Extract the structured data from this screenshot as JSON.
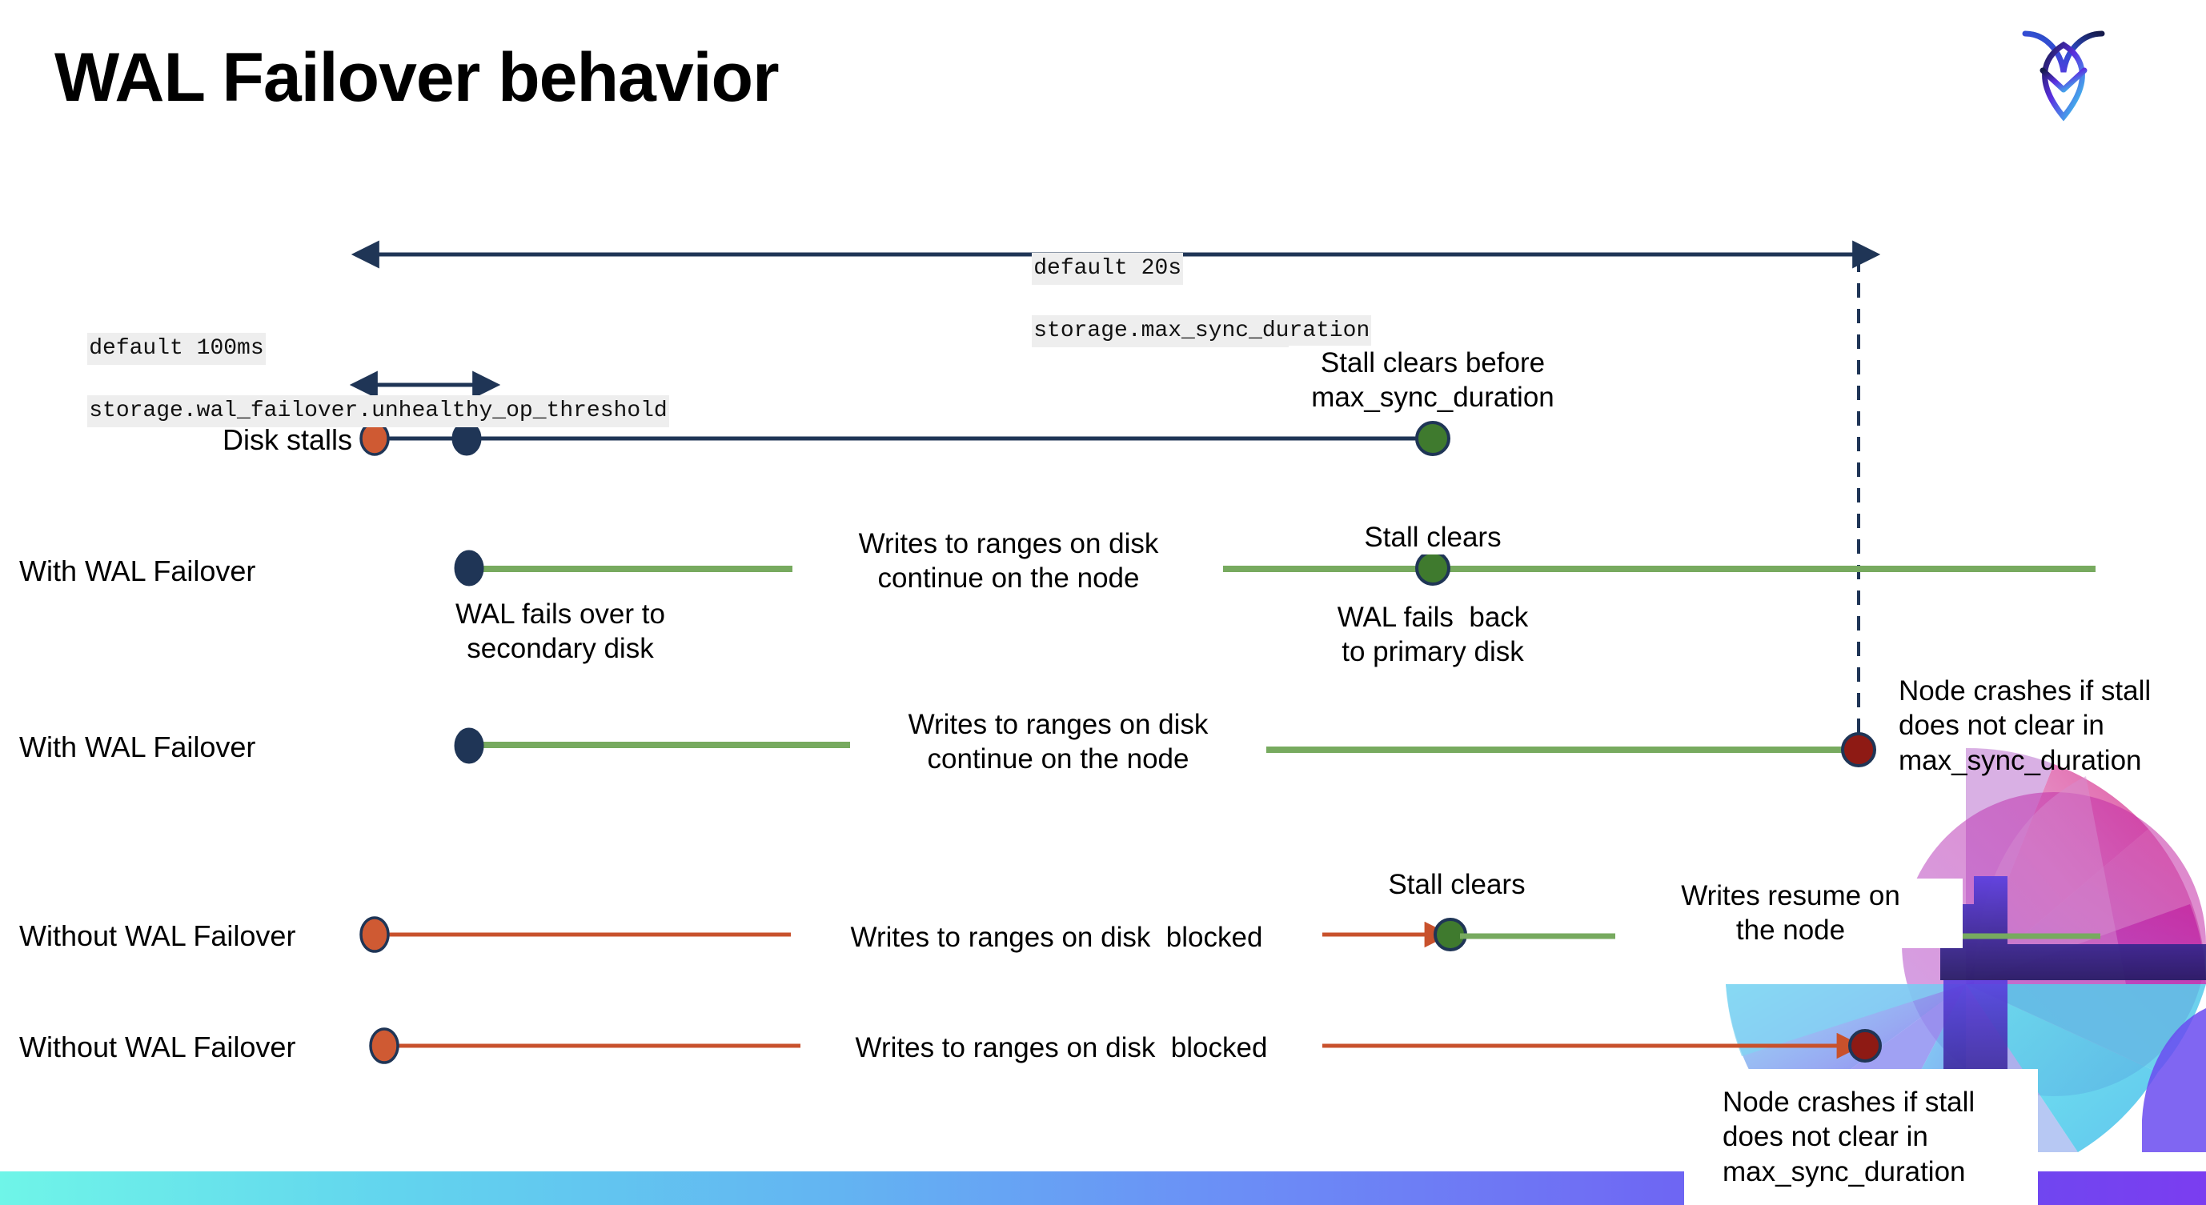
{
  "slide": {
    "title": "WAL Failover behavior",
    "logo_name": "cockroachdb-logo"
  },
  "annotations": {
    "max_sync": {
      "line1": "default 20s",
      "line2": "storage.max_sync_duration"
    },
    "unhealthy_op": {
      "line1": "default 100ms",
      "line2": "storage.wal_failover.unhealthy_op_threshold"
    }
  },
  "rows": [
    {
      "name": "Disk stalls",
      "labels": [
        {
          "text": "Stall clears before\nmax_sync_duration"
        }
      ]
    },
    {
      "name": "With WAL Failover",
      "labels": [
        {
          "text": "Writes to ranges on disk\ncontinue on the node"
        },
        {
          "text": "Stall clears"
        },
        {
          "text": "WAL fails over to\nsecondary disk"
        },
        {
          "text": "WAL fails  back\nto primary disk"
        }
      ]
    },
    {
      "name": "With WAL Failover",
      "labels": [
        {
          "text": "Writes to ranges on disk\ncontinue on the node"
        },
        {
          "text": "Node crashes if stall\ndoes not clear in\nmax_sync_duration"
        }
      ]
    },
    {
      "name": "Without WAL Failover",
      "labels": [
        {
          "text": "Writes to ranges on disk  blocked"
        },
        {
          "text": "Stall clears"
        },
        {
          "text": "Writes resume on\nthe node"
        }
      ]
    },
    {
      "name": "Without WAL Failover",
      "labels": [
        {
          "text": "Writes to ranges on disk  blocked"
        },
        {
          "text": "Node crashes if stall\ndoes not clear in\nmax_sync_duration"
        }
      ]
    }
  ],
  "colors": {
    "navy": "#1f3556",
    "green_line": "#77aa5f",
    "green_dot": "#3f7a2e",
    "orange": "#c8512c",
    "orange_dot": "#cf5a33",
    "dark_red": "#8e1a14",
    "chip_bg": "#eeeeee",
    "bar_start": "#6ff5e8",
    "bar_end": "#7b3df0"
  }
}
